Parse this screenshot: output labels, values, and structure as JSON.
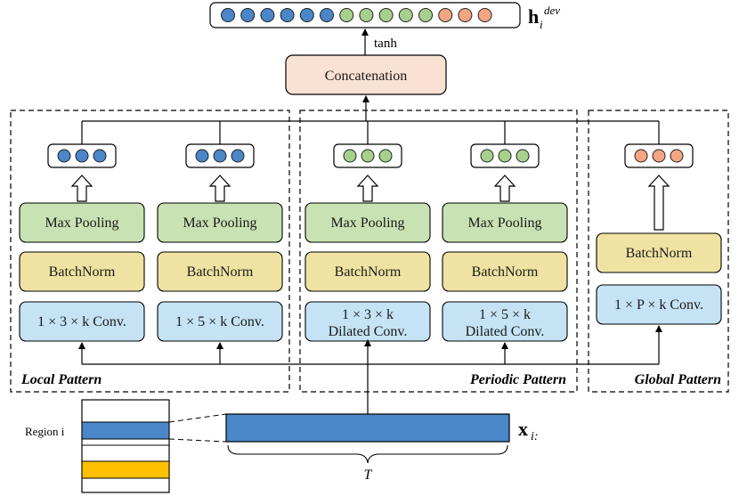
{
  "output": {
    "label_main": "h",
    "label_sub": "i",
    "label_sup": "dev",
    "activation": "tanh",
    "colors": [
      "#4a86c8",
      "#4a86c8",
      "#4a86c8",
      "#4a86c8",
      "#4a86c8",
      "#4a86c8",
      "#a8d08d",
      "#a8d08d",
      "#a8d08d",
      "#a8d08d",
      "#a8d08d",
      "#f4a582",
      "#f4a582",
      "#f4a582"
    ]
  },
  "concat_label": "Concatenation",
  "branches": [
    {
      "pool": "Max Pooling",
      "norm": "BatchNorm",
      "conv_line1": "1 × 3 × k Conv.",
      "conv_line2": "",
      "color": "#4a86c8"
    },
    {
      "pool": "Max Pooling",
      "norm": "BatchNorm",
      "conv_line1": "1 × 5 × k Conv.",
      "conv_line2": "",
      "color": "#4a86c8"
    },
    {
      "pool": "Max Pooling",
      "norm": "BatchNorm",
      "conv_line1": "1 × 3 × k",
      "conv_line2": "Dilated Conv.",
      "color": "#a8d08d"
    },
    {
      "pool": "Max Pooling",
      "norm": "BatchNorm",
      "conv_line1": "1 × 5 × k",
      "conv_line2": "Dilated Conv.",
      "color": "#a8d08d"
    },
    {
      "pool": "",
      "norm": "BatchNorm",
      "conv_line1": "1 × P × k Conv.",
      "conv_line2": "",
      "color": "#f4a582"
    }
  ],
  "groups": {
    "local": "Local Pattern",
    "periodic": "Periodic Pattern",
    "global": "Global Pattern"
  },
  "input": {
    "region_label": "Region i",
    "vector_main": "x",
    "vector_sub": "i:",
    "length_label": "T"
  },
  "colors": {
    "pool_fill": "#c9e2b3",
    "norm_fill": "#f0e2a2",
    "conv_fill": "#c5e3f5",
    "concat_fill": "#f9e1d3",
    "blue": "#4a86c8",
    "yellow": "#ffc000"
  }
}
